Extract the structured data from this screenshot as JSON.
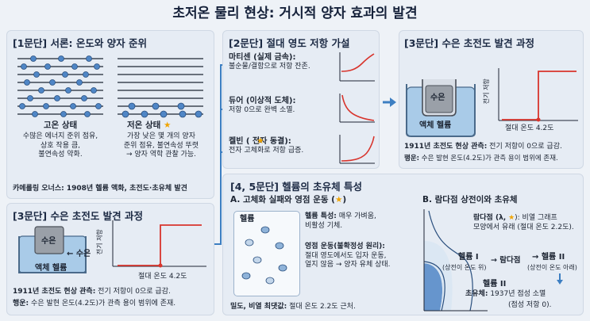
{
  "title": "초저온 물리 현상: 거시적 양자 효과의 발견",
  "p1": {
    "header": "[1문단] 서론: 온도와 양자 준위",
    "hot_label": "고온 상태",
    "hot_desc": [
      "수많은 에너지 준위 점유,",
      "상호 작용 큼,",
      "불연속성 약화."
    ],
    "cold_label": "저온 상태",
    "cold_desc": [
      "가장 낮은 몇 개의 양자",
      "준위 점유, 불연속성 뚜렷",
      "→ 양자 역학 관찰 가능."
    ],
    "note": "카메를링 오너스: 1908년 헬륨 액화, 초전도·초유체 발견"
  },
  "p2": {
    "header": "[2문단] 절대 영도 저항 가설",
    "items": [
      {
        "title": "마티센 (실제 금속):",
        "desc": "불순물/결함으로 저항 잔존."
      },
      {
        "title": "듀어 (이상적 도체):",
        "desc": "저항 0으로 완벽 소멸."
      },
      {
        "title": "켈빈 ( 전자 동결):",
        "desc": "전자 고체화로 저항 급증."
      }
    ]
  },
  "p3a": {
    "header": "[3문단] 수은 초전도 발견 과정",
    "mercury": "수은",
    "helium": "액체 헬륨",
    "ylabel": "전기 저항",
    "xlabel": "절대 온도 4.2도",
    "line1a": "1911년 초전도 현상 관측:",
    "line1b": " 전기 저항이 0으로 급감.",
    "line2a": "행운:",
    "line2b": " 수은 발현 온도(4.2도)가 관측 용이 범위에 존재."
  },
  "p3b": {
    "header": "[3문단] 수은 초전도 발견 과정",
    "mercury": "수은",
    "arrow_label": "← 수은",
    "helium": "액체 헬륨",
    "ylabel": "전기 저항",
    "xlabel": "절대 온도 4.2도",
    "line1a": "1911년 초전도 현상 관측:",
    "line1b": " 전기 저항이 0으로 급감.",
    "line2a": "행운:",
    "line2b": " 수은 발현 온도(4.2도)가 관측 용이 범위에 존재."
  },
  "p45": {
    "header": "[4, 5문단] 헬륨의 초유체 특성",
    "a_title": "A. 고체화 실패와 영점 운동 (",
    "a_title_end": ")",
    "helium_box": "헬륨",
    "a_text1_b": "헬륨 특성:",
    "a_text1": " 매우 가벼움,",
    "a_text1b": "비활성 기체.",
    "a_text2_b": "영점 운동(불확정성 원리):",
    "a_text2": "절대 영도에서도 입자 운동,",
    "a_text2c": "얼지 않음 → 양자 유체 상태.",
    "a_bottom_b": "밀도, 비열 최댓값:",
    "a_bottom": " 절대 온도 2.2도 근처.",
    "b_title": "B. 람다점 상전이와 초유체",
    "lambda_title": "람다점 (λ,",
    "lambda_title_end": "): 비열 그래프",
    "lambda_desc": "모양에서 유래 (절대 온도 2.2도).",
    "he1": "헬륨 I",
    "he1_sub": "(상전이 온도 위)",
    "lambda_point": "→ 람다점",
    "he2": "→ 헬륨 II",
    "he2_sub": "(상전이 온도 아래)",
    "he2_bottom": "헬륨 II",
    "superfluid_b": "초유체:",
    "superfluid": " 1937년 점성 소멸",
    "superfluid2": "(점성 저항 0)."
  },
  "colors": {
    "accent": "#3d7fc2",
    "star": "#f0a400",
    "curve": "#d8342c",
    "ball": "#4f86c6"
  }
}
